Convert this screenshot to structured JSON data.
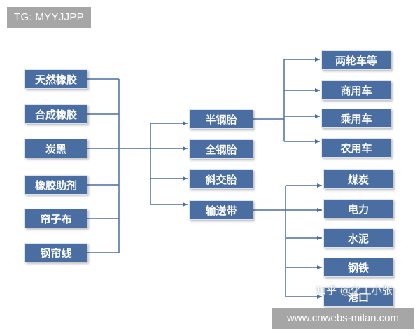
{
  "colors": {
    "box_fill": "#4a6ea1",
    "line": "#4a6ea1",
    "tag_bg": "#a6a6a6"
  },
  "tag": "TG: MYYJJPP",
  "materials": [
    "天然橡胶",
    "合成橡胶",
    "炭黑",
    "橡胶助剂",
    "帘子布",
    "钢帘线"
  ],
  "products": [
    "半钢胎",
    "全钢胎",
    "斜交胎",
    "输送带"
  ],
  "semi_steel_uses": [
    "两轮车等",
    "商用车",
    "乘用车",
    "农用车"
  ],
  "conveyor_uses": [
    "煤炭",
    "电力",
    "水泥",
    "钢铁",
    "港口"
  ],
  "watermark": "知乎 @化工小张",
  "site": "www.cnwebs-milan.com"
}
